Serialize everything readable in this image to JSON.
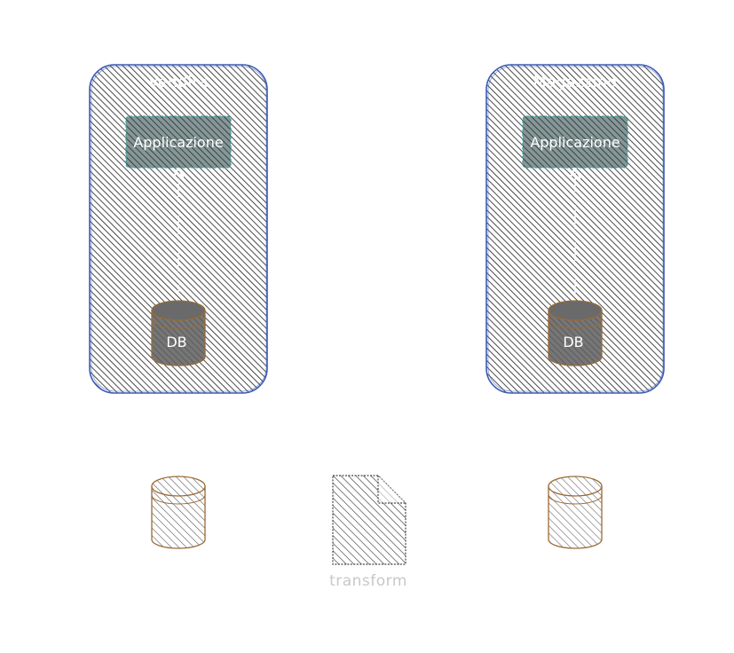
{
  "diagram": {
    "containers": [
      {
        "title": "Vendita",
        "app_label": "Applicazione",
        "db_label": "DB"
      },
      {
        "title": "Magazzino",
        "app_label": "Applicazione",
        "db_label": "DB"
      }
    ],
    "transform_doc": {
      "caption": "transform"
    },
    "colors": {
      "container_border": "#3b5bb5",
      "hatch": "#1e1e1e",
      "app_border": "#3aa3a0",
      "db_border": "#9a6a36",
      "arrow": "#ffffff",
      "caption": "#c8c8c8"
    },
    "icons": {
      "db": "database-cylinder-icon",
      "doc": "document-icon"
    }
  }
}
